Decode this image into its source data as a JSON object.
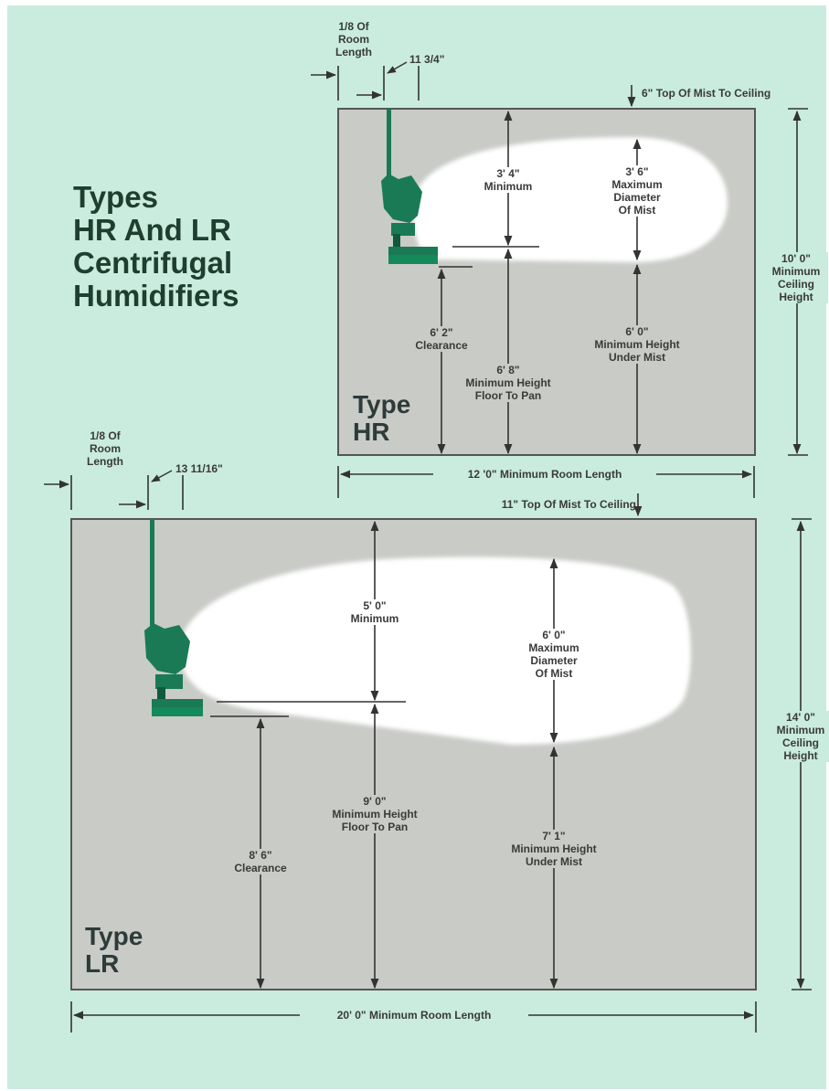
{
  "title": "Types\nHR And LR\nCentrifugal\nHumidifiers",
  "hr": {
    "type_label": "Type\nHR",
    "room_fraction": "1/8 Of\nRoom\nLength",
    "offset": "11 3/4\"",
    "top_of_mist": "6\"  Top Of Mist To Ceiling",
    "minimum": "3' 4\"\nMinimum",
    "max_diameter": "3' 6\"\nMaximum\nDiameter\nOf Mist",
    "ceiling": "10' 0\"\nMinimum\nCeiling\nHeight",
    "clearance": "6' 2\"\nClearance",
    "floor_to_pan": "6' 8\"\nMinimum Height\nFloor To Pan",
    "under_mist": "6' 0\"\nMinimum Height\nUnder Mist",
    "room_length": "12 '0\"  Minimum Room Length"
  },
  "lr": {
    "type_label": "Type\nLR",
    "room_fraction": "1/8 Of\nRoom\nLength",
    "offset": "13 11/16\"",
    "top_of_mist": "11\"  Top Of Mist To Ceiling",
    "minimum": "5' 0\"\nMinimum",
    "max_diameter": "6' 0\"\nMaximum\nDiameter\nOf Mist",
    "ceiling": "14' 0\"\nMinimum\nCeiling\nHeight",
    "clearance": "8' 6\"\nClearance",
    "floor_to_pan": "9' 0\"\nMinimum Height\nFloor To Pan",
    "under_mist": "7' 1\"\nMinimum Height\nUnder Mist",
    "room_length": "20' 0\"  Minimum Room Length"
  },
  "colors": {
    "background": "#c9ecdf",
    "room": "#c9cbc6",
    "mist": "#ffffff",
    "unit": "#1a7a55",
    "line": "#333333"
  }
}
